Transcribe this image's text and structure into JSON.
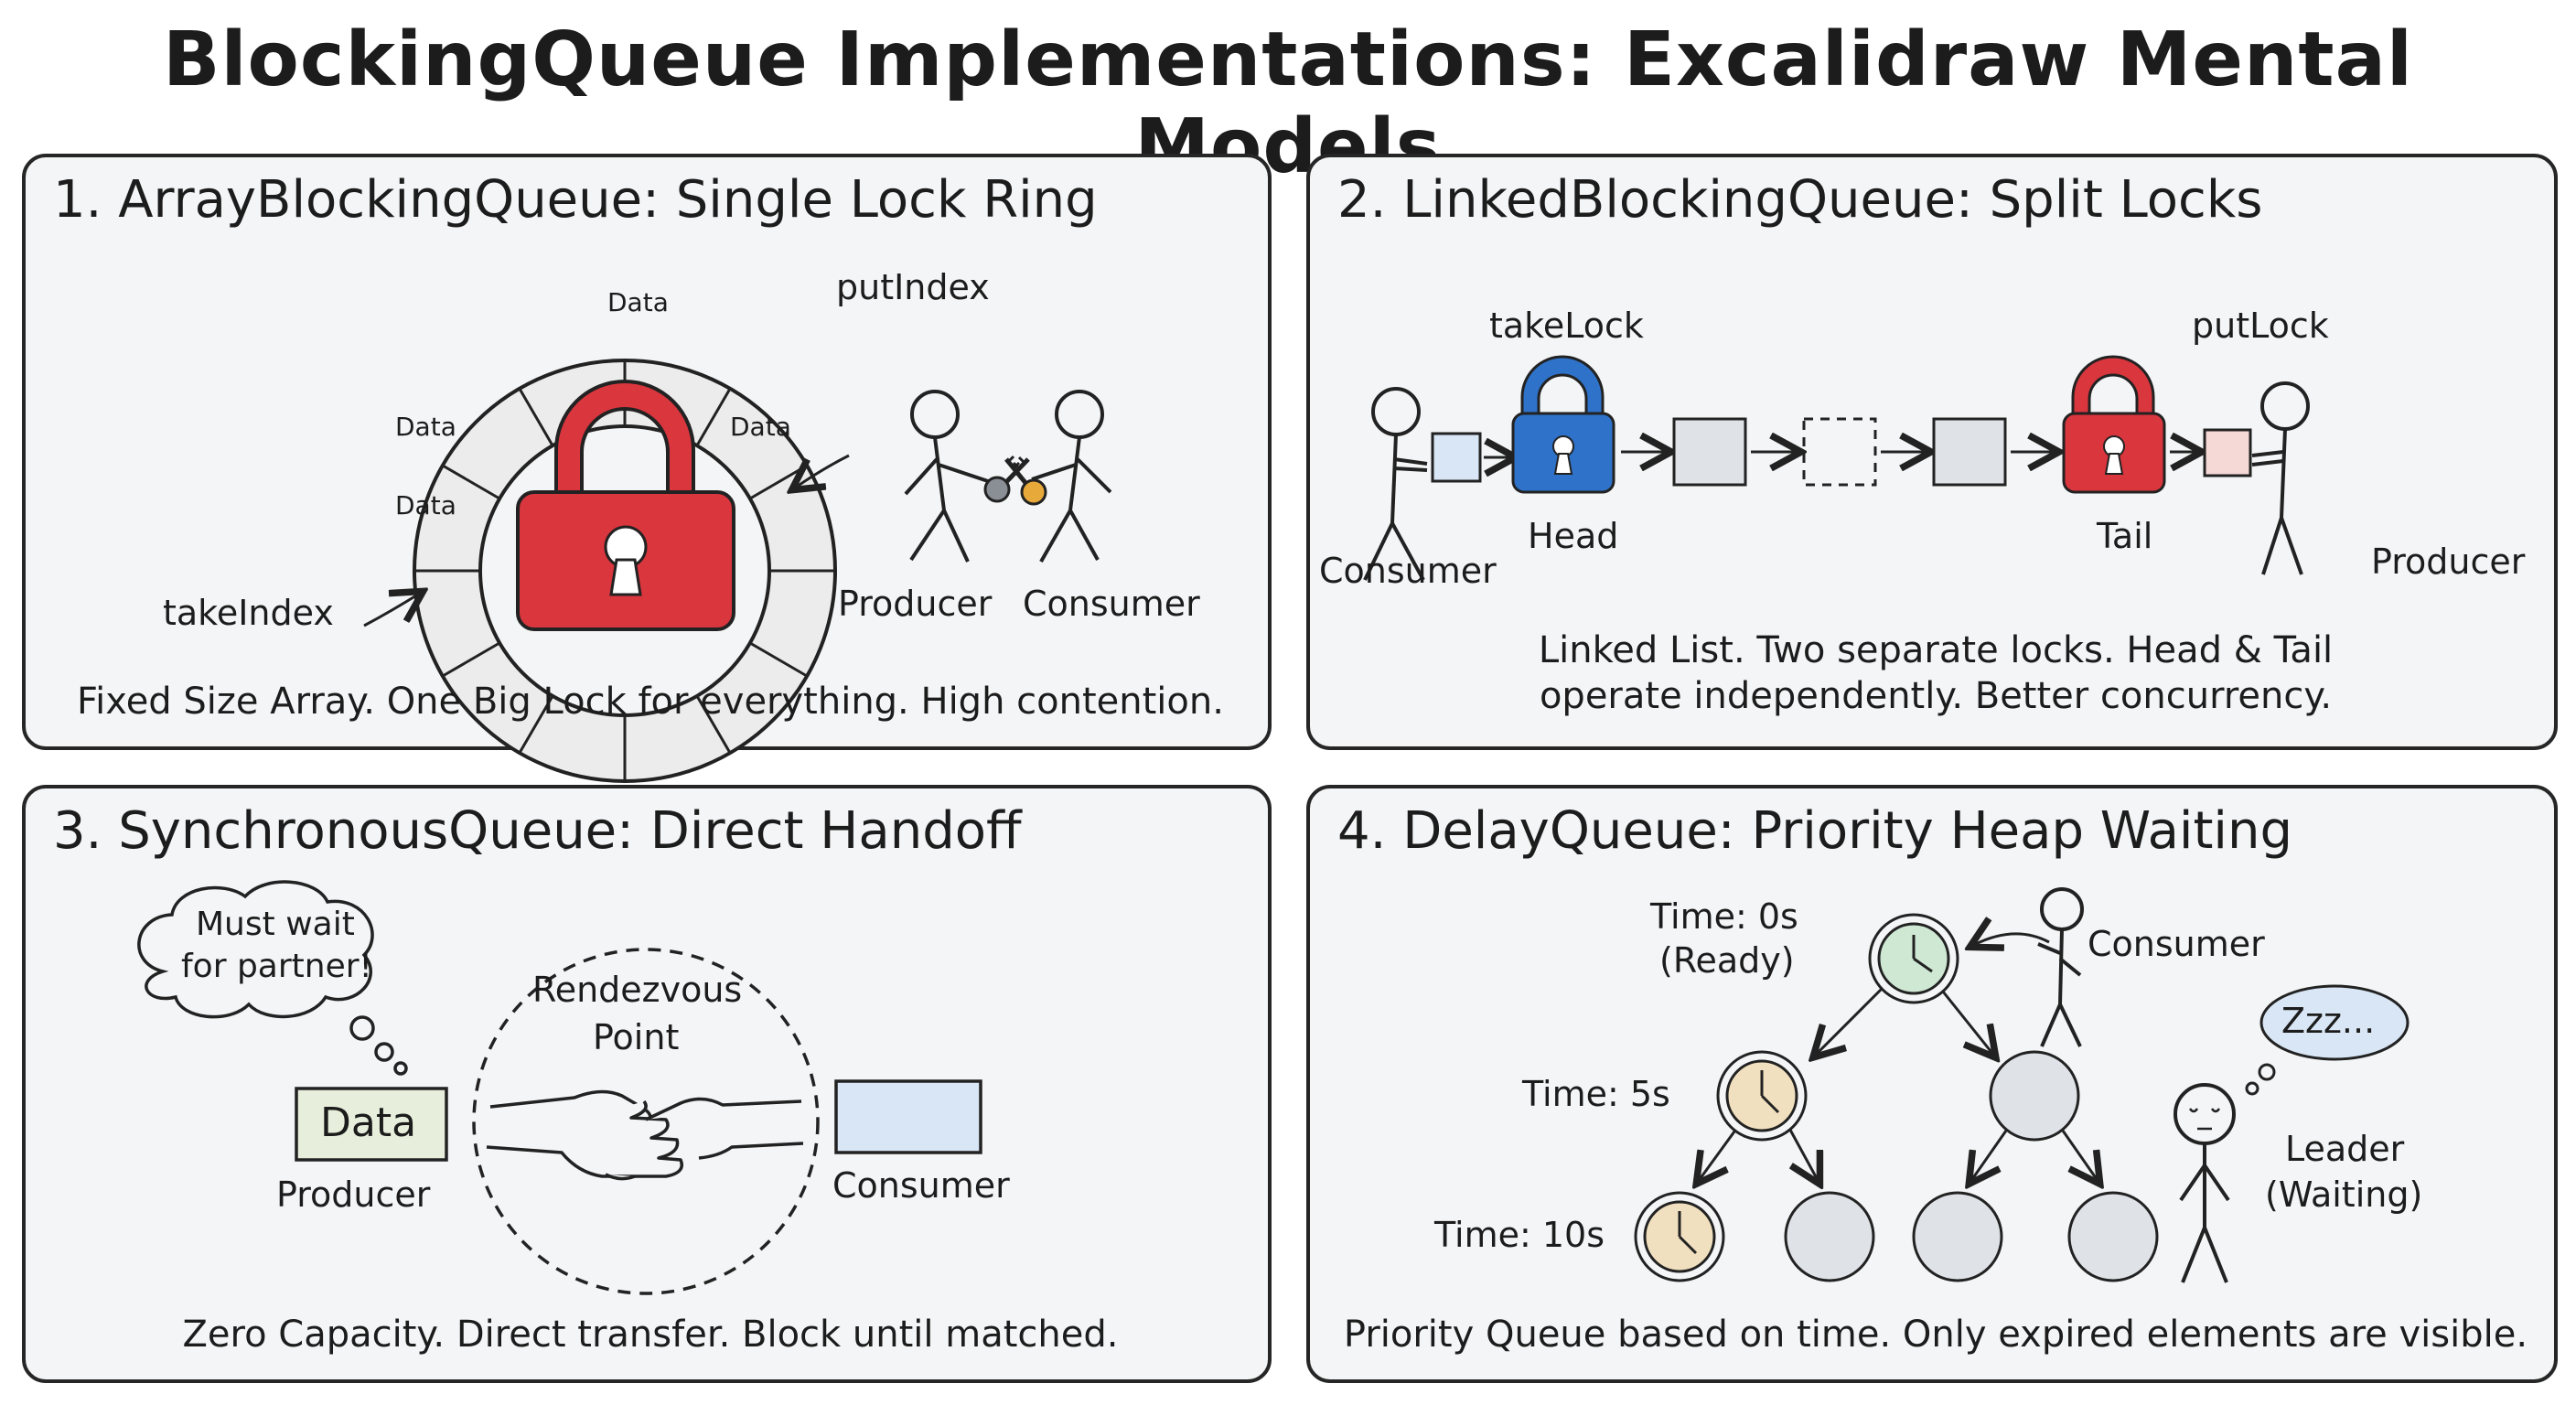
{
  "title": "BlockingQueue Implementations: Excalidraw Mental Models",
  "panels": [
    {
      "title": "1. ArrayBlockingQueue: Single Lock Ring",
      "ring_slot_label": "Data",
      "put_index": "putIndex",
      "take_index": "takeIndex",
      "producer": "Producer",
      "consumer": "Consumer",
      "caption": "Fixed Size Array. One Big Lock for everything. High contention."
    },
    {
      "title": "2. LinkedBlockingQueue: Split Locks",
      "take_lock": "takeLock",
      "put_lock": "putLock",
      "head": "Head",
      "tail": "Tail",
      "consumer": "Consumer",
      "producer": "Producer",
      "caption_line1": "Linked List. Two separate locks. Head & Tail",
      "caption_line2": "operate independently. Better concurrency."
    },
    {
      "title": "3. SynchronousQueue: Direct Handoff",
      "thought_line1": "Must wait",
      "thought_line2": "for partner!",
      "rendezvous_line1": "Rendezvous",
      "rendezvous_line2": "Point",
      "data": "Data",
      "producer": "Producer",
      "consumer": "Consumer",
      "caption": "Zero Capacity. Direct transfer. Block until matched."
    },
    {
      "title": "4. DelayQueue: Priority Heap Waiting",
      "time0_line1": "Time: 0s",
      "time0_line2": "(Ready)",
      "time5": "Time: 5s",
      "time10": "Time: 10s",
      "consumer": "Consumer",
      "zzz": "Zzz...",
      "leader_line1": "Leader",
      "leader_line2": "(Waiting)",
      "caption": "Priority Queue based on time. Only expired elements are visible."
    }
  ],
  "colors": {
    "red_lock": "#d9363e",
    "blue_lock": "#2f72c9",
    "clock_green": "#cfe8d4",
    "clock_tan": "#f1e0bf",
    "data_box": "#e7efdc",
    "consumer_box": "#d9e6f5"
  }
}
